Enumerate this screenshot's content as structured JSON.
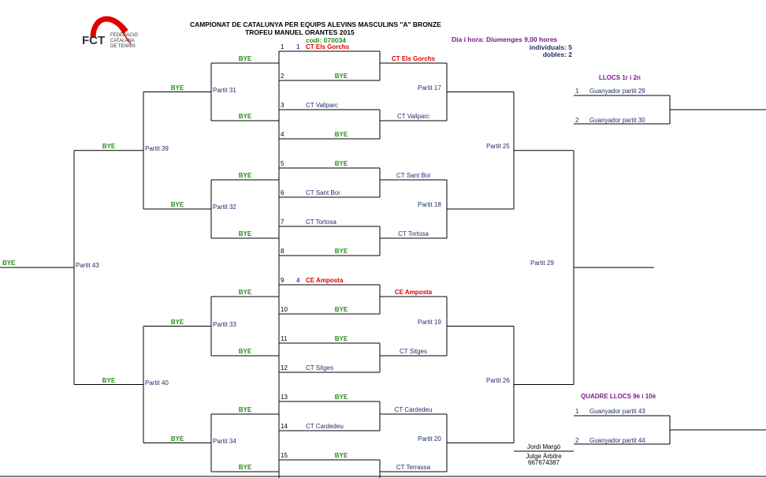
{
  "header": {
    "title": "CAMPIONAT DE CATALUNYA PER EQUIPS   ALEVINS MASCULINS \"A\" BRONZE",
    "subtitle": "TROFEU MANUEL ORANTES 2015",
    "code": "codi:  070034",
    "schedule": "Dia i hora:  Diumenges 9,00 hores",
    "individuals": "individuals: 5",
    "doubles": "dobles: 2"
  },
  "logo": {
    "letters": "FCT",
    "line1": "FEDERACIÓ",
    "line2": "CATALANA",
    "line3": "DE TENNIS"
  },
  "colors": {
    "lines": "#000000",
    "team": "#1f2f6e",
    "bye": "#2a8a1e",
    "seed_team": "#e00000",
    "seed_num": "#3050e0",
    "section": "#7a1a8a",
    "title": "#000000"
  },
  "draw": [
    {
      "pos": "1",
      "seed": "1",
      "team": "CT Els Gorchs"
    },
    {
      "pos": "2",
      "team": "BYE"
    },
    {
      "pos": "3",
      "team": "CT Vallparc"
    },
    {
      "pos": "4",
      "team": "BYE"
    },
    {
      "pos": "5",
      "team": "BYE"
    },
    {
      "pos": "6",
      "team": "CT Sant Boi"
    },
    {
      "pos": "7",
      "team": "CT Tortosa"
    },
    {
      "pos": "8",
      "team": "BYE"
    },
    {
      "pos": "9",
      "seed": "4",
      "team": "CE Amposta"
    },
    {
      "pos": "10",
      "team": "BYE"
    },
    {
      "pos": "11",
      "team": "BYE"
    },
    {
      "pos": "12",
      "team": "CT Sitges"
    },
    {
      "pos": "13",
      "team": "BYE"
    },
    {
      "pos": "14",
      "team": "CT Cardedeu"
    },
    {
      "pos": "15",
      "team": "BYE"
    }
  ],
  "round_right": [
    {
      "team": "CT Els Gorchs",
      "match": "Partit 17"
    },
    {
      "team": "CT Vallparc"
    },
    {
      "team": "CT Sant Boi",
      "match": "Partit 18"
    },
    {
      "team": "CT Tortosa"
    },
    {
      "team": "CE Amposta",
      "match": "Partit 19"
    },
    {
      "team": "CT Sitges"
    },
    {
      "team": "CT Cardedeu",
      "match": "Partit 20"
    },
    {
      "team": "CT Terrassa"
    }
  ],
  "round_right2": [
    "Partit 25",
    "Partit 26"
  ],
  "final_right": "Partit 29",
  "left_r1": [
    {
      "top": "BYE",
      "match": "Partit 31",
      "bottom": "BYE"
    },
    {
      "top": "BYE",
      "match": "Partit 32",
      "bottom": "BYE"
    },
    {
      "top": "BYE",
      "match": "Partit 33",
      "bottom": "BYE"
    },
    {
      "top": "BYE",
      "match": "Partit 34",
      "bottom": "BYE"
    }
  ],
  "left_r2": [
    {
      "top": "BYE",
      "match": "Partit 39",
      "bottom": "BYE"
    },
    {
      "top": "BYE",
      "match": "Partit 40",
      "bottom": "BYE"
    }
  ],
  "left_final": {
    "match": "Partit 43",
    "bye": "BYE"
  },
  "places_1_2": {
    "title": "LLOCS 1r i 2n",
    "rows": [
      {
        "num": "1",
        "label": "Guanyador partit 29"
      },
      {
        "num": "2",
        "label": "Guanyador partit 30"
      }
    ]
  },
  "places_9_10": {
    "title": "QUADRE LLOCS 9è i 10è",
    "rows": [
      {
        "num": "1",
        "label": "Guanyador partit 43"
      },
      {
        "num": "2",
        "label": "Guanyador partit 44"
      }
    ]
  },
  "referee": {
    "name": "Jordi Margó",
    "role": "Jutge Àrbitre",
    "phone": "667674387"
  }
}
